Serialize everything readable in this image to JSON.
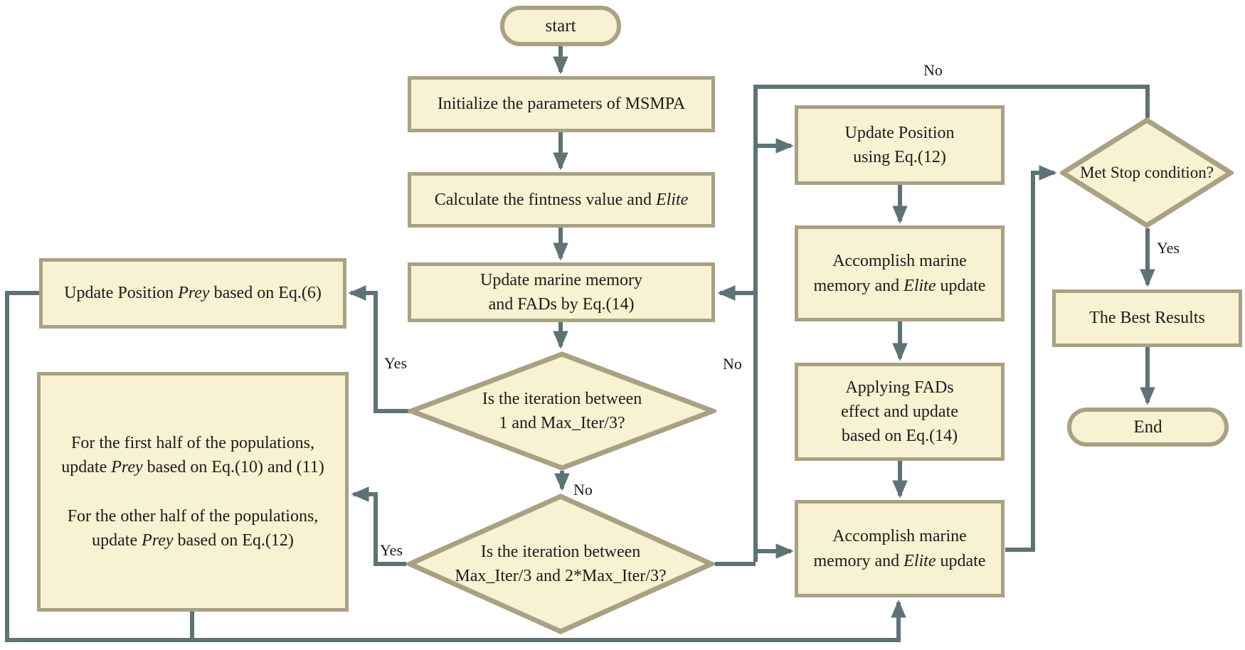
{
  "flowchart": {
    "description": "MSMPA algorithm flowchart",
    "colors": {
      "node_fill": "#f8f1d2",
      "node_border": "#a9a183",
      "connector": "#5d7376",
      "text": "#1b1b1b",
      "background": "#ffffff"
    },
    "nodes": {
      "start": {
        "lines": [
          [
            {
              "t": "start"
            }
          ]
        ]
      },
      "init": {
        "lines": [
          [
            {
              "t": "Initialize the parameters of MSMPA"
            }
          ]
        ]
      },
      "calc": {
        "lines": [
          [
            {
              "t": "Calculate the fintness value and "
            },
            {
              "t": "Elite",
              "i": true
            }
          ]
        ]
      },
      "memory": {
        "lines": [
          [
            {
              "t": "Update marine memory"
            }
          ],
          [
            {
              "t": "and FADs by Eq.(14)"
            }
          ]
        ]
      },
      "decision1": {
        "lines": [
          [
            {
              "t": "Is the iteration between"
            }
          ],
          [
            {
              "t": "1 and Max_Iter/3?"
            }
          ]
        ]
      },
      "decision2": {
        "lines": [
          [
            {
              "t": "Is the iteration between"
            }
          ],
          [
            {
              "t": "Max_Iter/3 and 2*Max_Iter/3?"
            }
          ]
        ]
      },
      "prey6": {
        "lines": [
          [
            {
              "t": "Update Position "
            },
            {
              "t": "Prey",
              "i": true
            },
            {
              "t": " based on Eq.(6)"
            }
          ]
        ]
      },
      "halves": {
        "lines": [
          [
            {
              "t": "For the first half of the populations,"
            }
          ],
          [
            {
              "t": "update "
            },
            {
              "t": "Prey",
              "i": true
            },
            {
              "t": " based on Eq.(10) and (11)"
            }
          ],
          [],
          [
            {
              "t": "For the other half of the populations,"
            }
          ],
          [
            {
              "t": "update "
            },
            {
              "t": "Prey",
              "i": true
            },
            {
              "t": " based on Eq.(12)"
            }
          ]
        ]
      },
      "update_pos12": {
        "lines": [
          [
            {
              "t": "Update Position"
            }
          ],
          [
            {
              "t": "using Eq.(12)"
            }
          ]
        ]
      },
      "accomplish1": {
        "lines": [
          [
            {
              "t": "Accomplish marine"
            }
          ],
          [
            {
              "t": "memory and "
            },
            {
              "t": "Elite",
              "i": true
            },
            {
              "t": " update"
            }
          ]
        ]
      },
      "fads": {
        "lines": [
          [
            {
              "t": "Applying FADs"
            }
          ],
          [
            {
              "t": "effect and update"
            }
          ],
          [
            {
              "t": "based on Eq.(14)"
            }
          ]
        ]
      },
      "accomplish2": {
        "lines": [
          [
            {
              "t": "Accomplish marine"
            }
          ],
          [
            {
              "t": "memory and "
            },
            {
              "t": "Elite",
              "i": true
            },
            {
              "t": " update"
            }
          ]
        ]
      },
      "met_stop": {
        "lines": [
          [
            {
              "t": "Met Stop condition?"
            }
          ]
        ]
      },
      "best": {
        "lines": [
          [
            {
              "t": "The Best Results"
            }
          ]
        ]
      },
      "end": {
        "lines": [
          [
            {
              "t": "End"
            }
          ]
        ]
      }
    },
    "edge_labels": {
      "yes1": "Yes",
      "no1": "No",
      "yes2": "Yes",
      "no2": "No",
      "no_loop": "No",
      "yes_stop": "Yes"
    }
  }
}
